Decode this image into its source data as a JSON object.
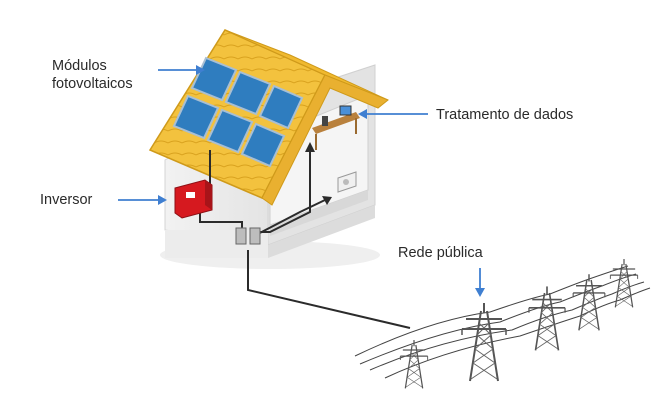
{
  "labels": {
    "modules_line1": "Módulos",
    "modules_line2": "fotovoltaicos",
    "data_processing": "Tratamento de dados",
    "inverter": "Inversor",
    "public_grid": "Rede pública"
  },
  "colors": {
    "roof": "#f3c23e",
    "roof_edge": "#d9a21e",
    "panel": "#2f7dbf",
    "panel_frame": "#9db4c8",
    "wall_front": "#eeeeee",
    "wall_side": "#e0e0e0",
    "inverter": "#d6191f",
    "cable": "#2b2b2b",
    "callout_arrow": "#3f7fd1",
    "tower": "#555555"
  }
}
